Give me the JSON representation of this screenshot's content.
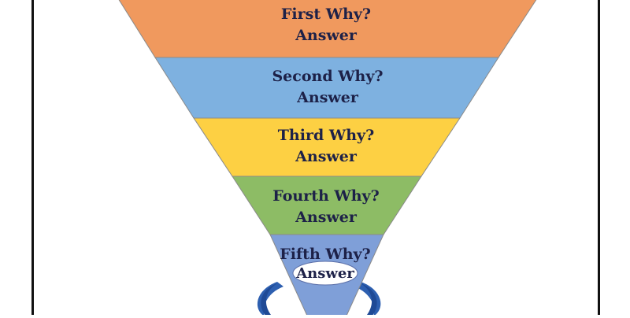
{
  "layers": [
    {
      "question": "First Why?",
      "answer": "Answer",
      "color": "#f0995e"
    },
    {
      "question": "Second Why?",
      "answer": "Answer",
      "color": "#7eb1e0"
    },
    {
      "question": "Third Why?",
      "answer": "Answer",
      "color": "#fdd043"
    },
    {
      "question": "Fourth Why?",
      "answer": "Answer",
      "color": "#8dbc65"
    },
    {
      "question": "Fifth Why?",
      "answer": "Answer",
      "color": "#7f9fd8"
    }
  ],
  "colors": {
    "frame": "#111111",
    "text": "#1d2148",
    "band_outline": "#8a8a8a",
    "swoosh": "#2d5fb0",
    "oval": "#ffffff"
  },
  "icons": {
    "swoosh": "circular-arrows-icon",
    "answer_oval": "highlight-oval"
  }
}
